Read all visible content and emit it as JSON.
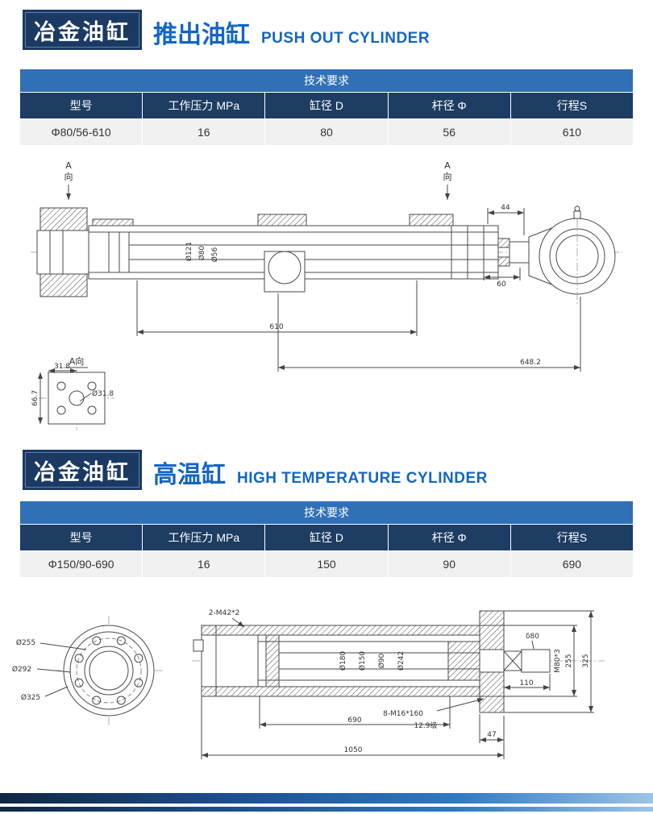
{
  "sections": [
    {
      "badge": "冶金油缸",
      "title_cn": "推出油缸",
      "title_en": "PUSH OUT CYLINDER",
      "table": {
        "header": "技术要求",
        "columns": [
          "型号",
          "工作压力 MPa",
          "缸径 D",
          "杆径 Φ",
          "行程S"
        ],
        "row": [
          "Φ80/56-610",
          "16",
          "80",
          "56",
          "610"
        ]
      },
      "drawing": {
        "view_arrow_letter": "A",
        "view_arrow_char": "向",
        "dim_44": "44",
        "dim_60": "60",
        "dim_610": "610",
        "dim_648_2": "648.2",
        "dia_121": "Ø121",
        "dia_80": "Ø80",
        "dia_56": "Ø56",
        "detail_title": "A向",
        "dim_31_8": "31.8",
        "dim_66_7": "66.7",
        "dia_31_8": "Ø31.8"
      }
    },
    {
      "badge": "冶金油缸",
      "title_cn": "高温缸",
      "title_en": "HIGH TEMPERATURE CYLINDER",
      "table": {
        "header": "技术要求",
        "columns": [
          "型号",
          "工作压力 MPa",
          "缸径 D",
          "杆径 Φ",
          "行程S"
        ],
        "row": [
          "Φ150/90-690",
          "16",
          "150",
          "90",
          "690"
        ]
      },
      "drawing": {
        "dia_255": "Ø255",
        "dia_292": "Ø292",
        "dia_325": "Ø325",
        "thread_2_m42": "2-M42*2",
        "dia_180": "Ø180",
        "dia_150": "Ø150",
        "dia_90": "Ø90",
        "dia_242": "Ø242",
        "delta_80": "δ80",
        "thread_m80": "M80*3",
        "dim_255": "255",
        "dim_325": "325",
        "dim_110": "110",
        "thread_8_m16": "8-M16*160",
        "grade": "12.9级",
        "dim_690": "690",
        "dim_47": "47",
        "dim_1050": "1050"
      }
    }
  ],
  "colors": {
    "badge_bg": "#1b3a63",
    "title_blue": "#1366c4",
    "table_header_bg": "#2f70b6",
    "table_columns_bg": "#1d3d63",
    "table_row_bg": "#f1f1f2",
    "footer_gradient": [
      "#0e2742",
      "#1d4e8f",
      "#2f7ac2",
      "#9cc4e8"
    ]
  }
}
